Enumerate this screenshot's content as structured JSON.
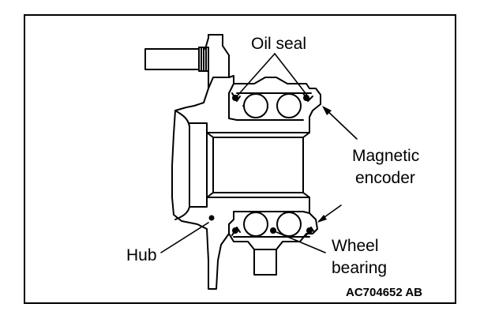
{
  "labels": {
    "oil_seal": "Oil seal",
    "magnetic_encoder_line1": "Magnetic",
    "magnetic_encoder_line2": "encoder",
    "hub": "Hub",
    "wheel_bearing_line1": "Wheel",
    "wheel_bearing_line2": "bearing"
  },
  "figure_code": "AC704652 AB",
  "colors": {
    "line": "#000000",
    "background": "#ffffff"
  }
}
